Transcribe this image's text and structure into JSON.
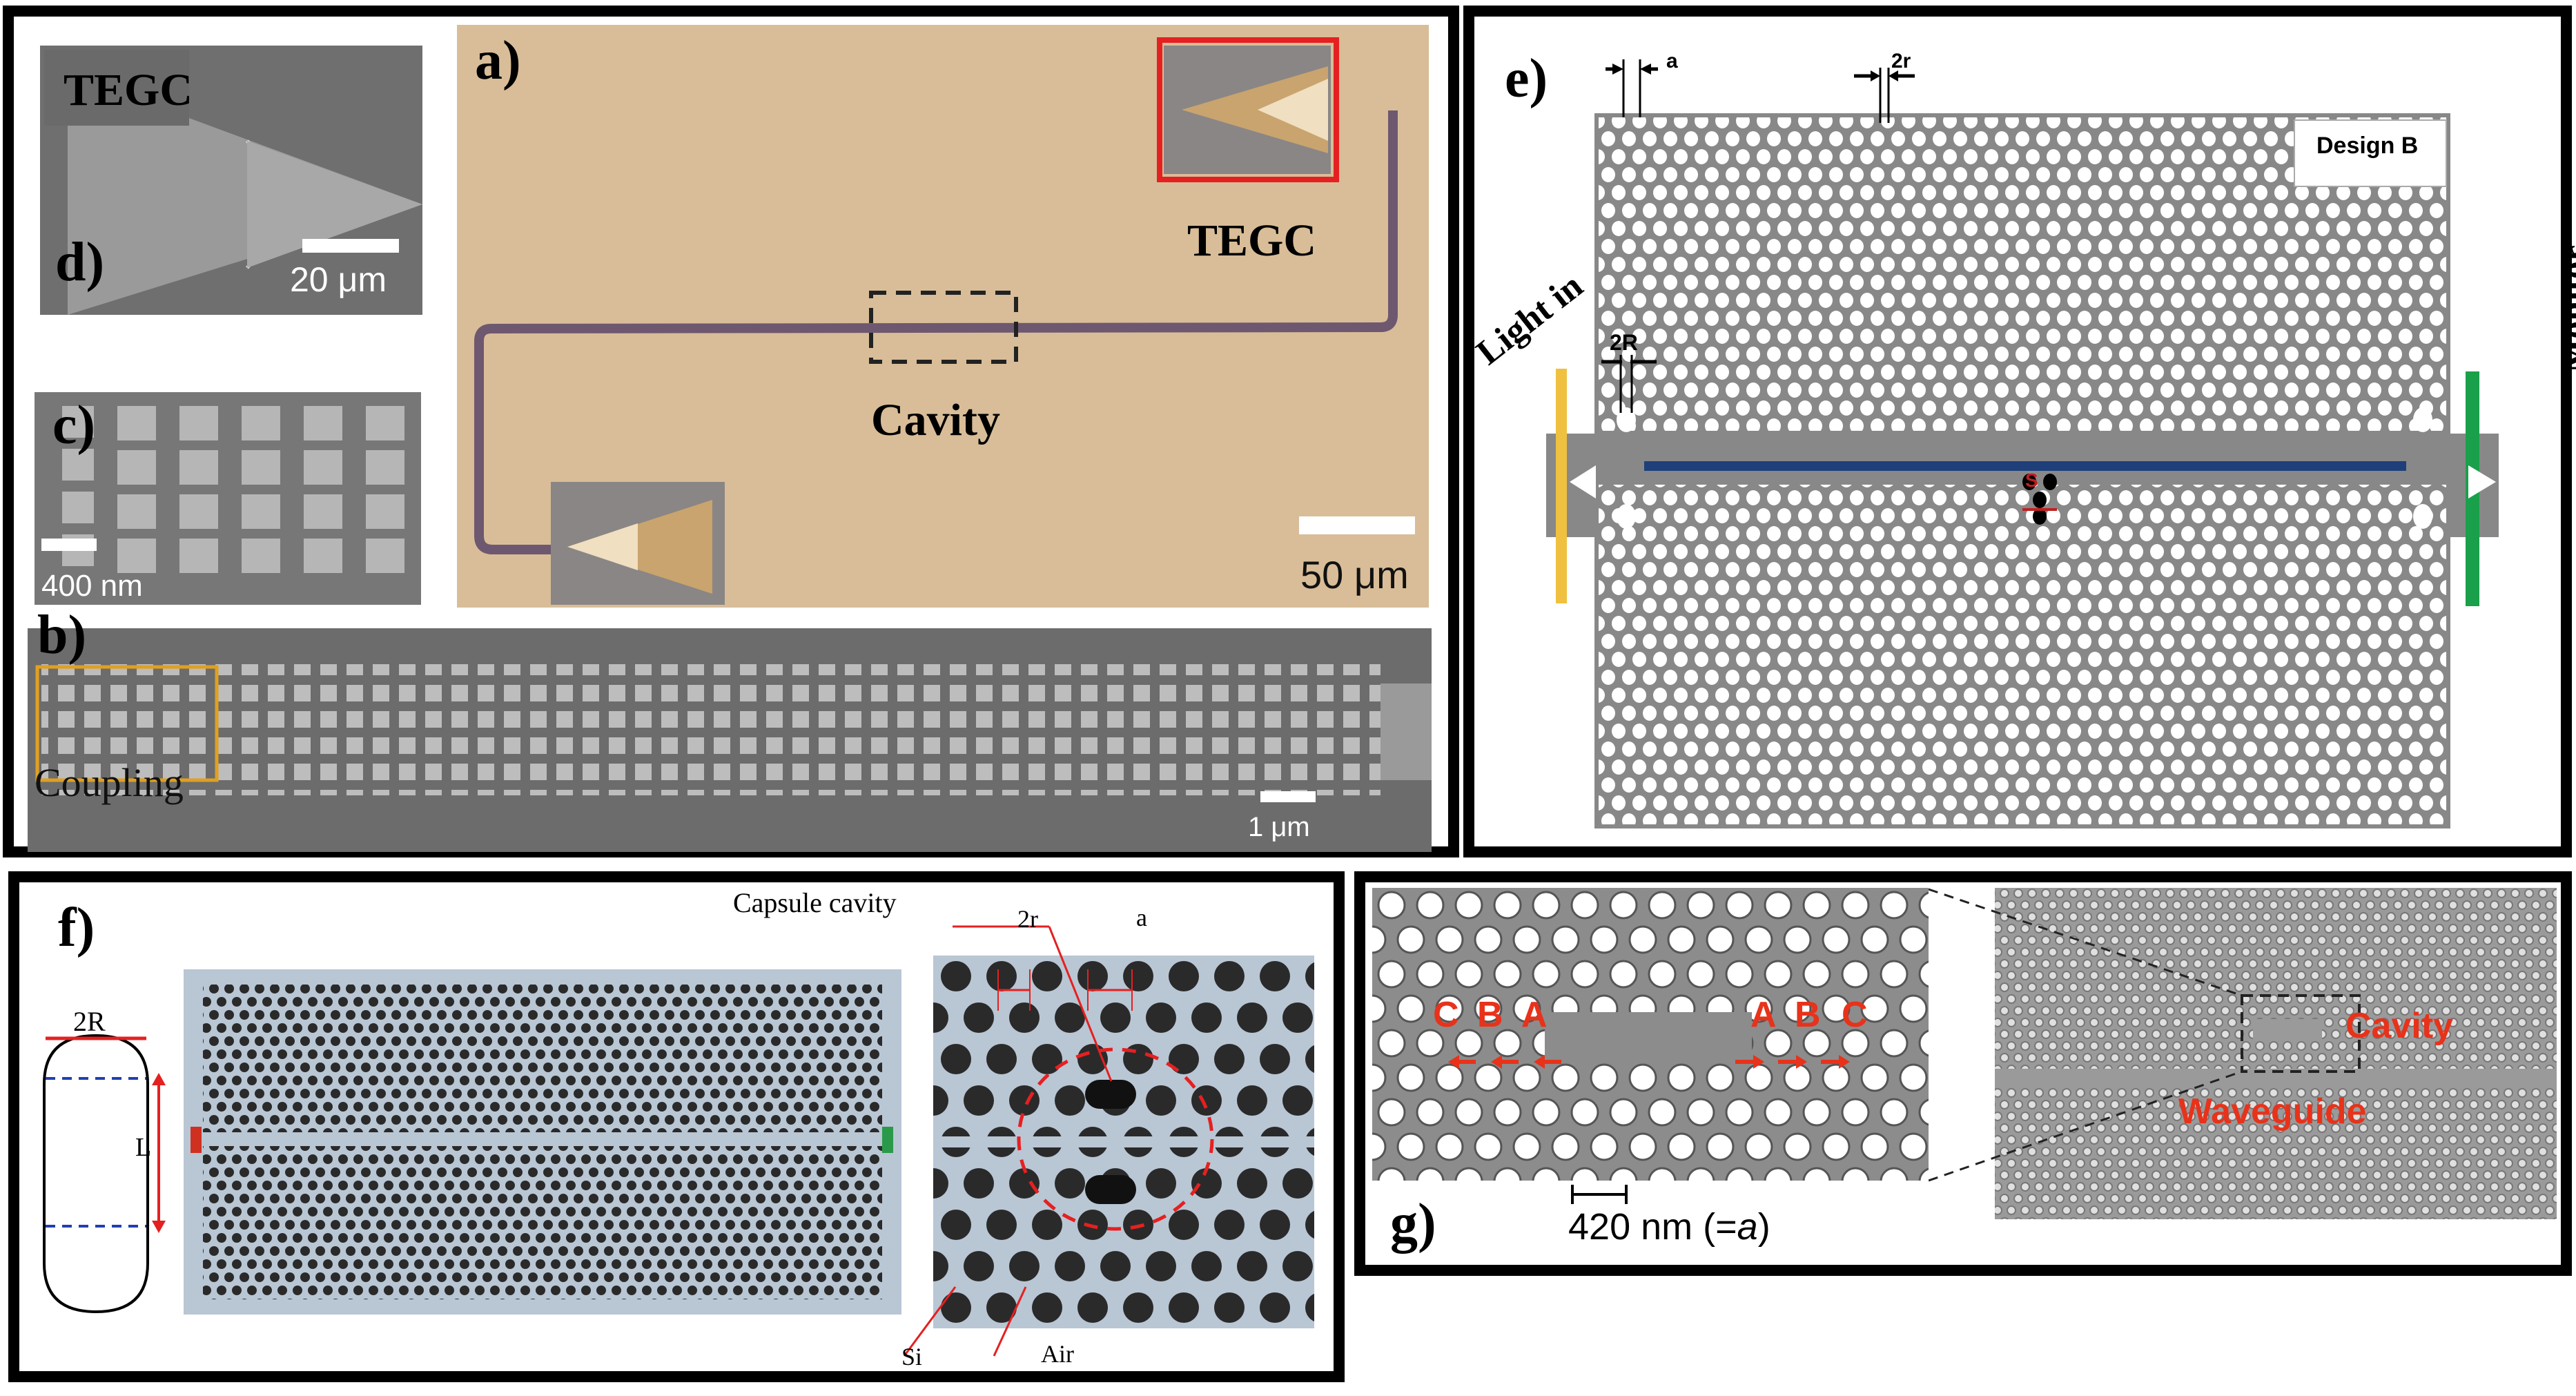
{
  "panels": {
    "a": {
      "letter": "a)",
      "tegc_label": "TEGC",
      "cavity_label": "Cavity",
      "scale": "50 μm"
    },
    "b": {
      "letter": "b)",
      "coupling_label": "Coupling",
      "scale": "1 μm"
    },
    "c": {
      "letter": "c)",
      "scale": "400 nm"
    },
    "d": {
      "letter": "d)",
      "tegc_label": "TEGC",
      "scale": "20 μm"
    },
    "e": {
      "letter": "e)",
      "dim_a": "a",
      "dim_2r": "2r",
      "dim_2R": "2R",
      "design": "Design B",
      "light_in": "Light in",
      "monitor": "Monitor",
      "shift": "S"
    },
    "f": {
      "letter": "f)",
      "dim_2R": "2R",
      "dim_L": "L",
      "capsule": "Capsule cavity",
      "dim_2r": "2r",
      "dim_a": "a",
      "si": "Si",
      "air": "Air"
    },
    "g": {
      "letter": "g)",
      "labels_left": [
        "C",
        "B",
        "A"
      ],
      "labels_right": [
        "A",
        "B",
        "C"
      ],
      "scale": "420 nm (=",
      "scale_a": "a",
      "scale_close": ")",
      "cavity": "Cavity",
      "waveguide": "Waveguide"
    }
  },
  "colors": {
    "red": "#e8321a",
    "tan": "#d8bd98",
    "sem_gray": "#6f6f6f",
    "pc_gray": "#808080",
    "yellow": "#f0c040",
    "green": "#1aa04a",
    "blue": "#1f3f7a",
    "slab_blue": "#b9c6d4"
  }
}
